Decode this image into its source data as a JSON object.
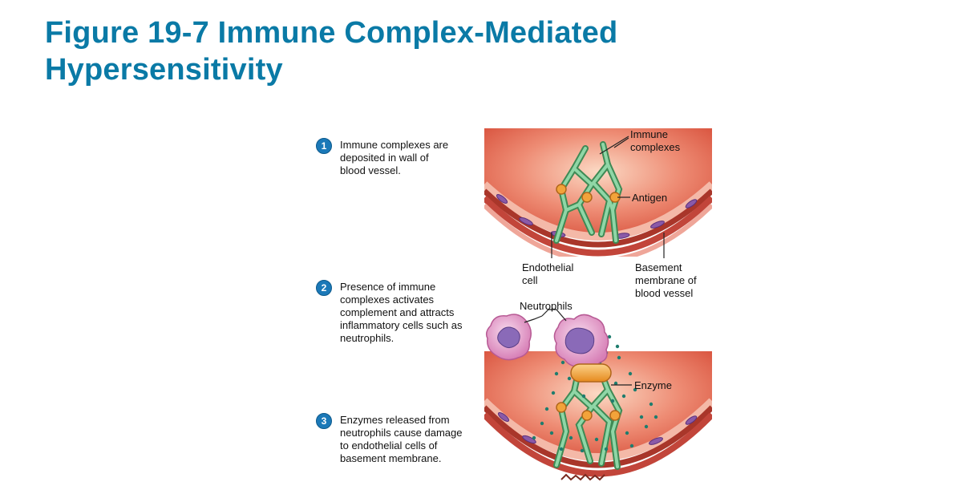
{
  "slide": {
    "title_line1": "Figure 19-7 Immune Complex-Mediated",
    "title_line2": "Hypersensitivity"
  },
  "steps": [
    {
      "number": "1",
      "lines": [
        "Immune complexes are",
        "deposited in wall of",
        "blood vessel."
      ]
    },
    {
      "number": "2",
      "lines": [
        "Presence of immune",
        "complexes activates",
        "complement and attracts",
        "inflammatory cells such as",
        "neutrophils."
      ]
    },
    {
      "number": "3",
      "lines": [
        "Enzymes released from",
        "neutrophils cause damage",
        "to endothelial cells of",
        "basement membrane."
      ]
    }
  ],
  "labels": {
    "immune_complexes": [
      "Immune",
      "complexes"
    ],
    "antigen": "Antigen",
    "endothelial_cell": [
      "Endothelial",
      "cell"
    ],
    "basement_membrane": [
      "Basement",
      "membrane of",
      "blood vessel"
    ],
    "neutrophils": "Neutrophils",
    "enzyme": "Enzyme"
  },
  "colors": {
    "title": "#0a7aa6",
    "step_badge": "#1b79b8",
    "vessel_lumen": "#e8705a",
    "vessel_wall": "#a9362a",
    "complex": "#6fbf8a",
    "antigen": "#f2a33a",
    "neutrophil": "#e7a4cf",
    "enzyme": "#f0a23a",
    "enzyme_dots": "#1e7d6e"
  }
}
